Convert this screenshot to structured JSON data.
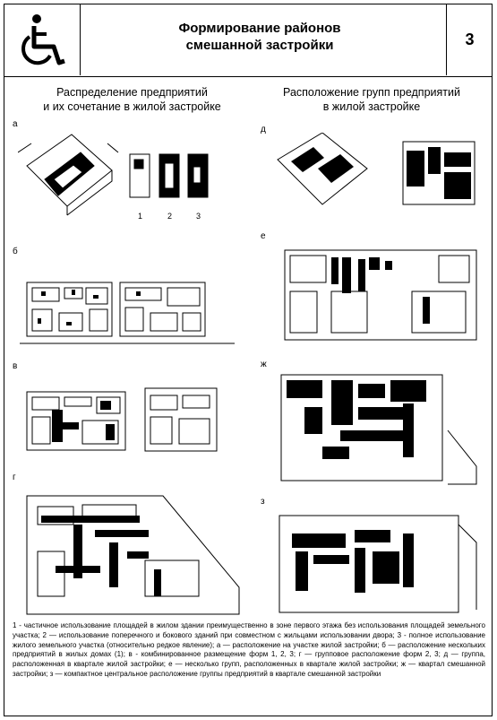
{
  "header": {
    "title_line1": "Формирование районов",
    "title_line2": "смешанной застройки",
    "page_number": "3",
    "icon": "wheelchair-icon"
  },
  "columns": {
    "left_title_line1": "Распределение предприятий",
    "left_title_line2": "и их сочетание в жилой застройке",
    "right_title_line1": "Расположение групп предприятий",
    "right_title_line2": "в жилой застройке"
  },
  "figure_labels": {
    "a": "а",
    "b": "б",
    "v": "в",
    "g": "г",
    "d": "д",
    "e": "е",
    "zh": "ж",
    "z": "з"
  },
  "scheme_numbers": [
    "1",
    "2",
    "3"
  ],
  "caption": "1 - частичное использование площадей в жилом здании преимущественно в зоне первого этажа без использования площадей земельного участка; 2 — использование поперечного и бокового зданий при совместном с жильцами использовании двора; 3 - полное использование жилого земельного участка (относительно редкое явление); а — расположение на участке жилой застройки; б — расположение нескольких предприятий в жилых домах (1); в - комбинированное размещение форм 1, 2, 3; г — групповое расположение форм 2, 3; д — группа, расположенная в квартале жилой застройки; е — несколько групп, расположенных в квартале жилой застройки; ж — квартал смешанной застройки; з — компактное центральное расположение группы предприятий в квартале смешанной застройки"
}
